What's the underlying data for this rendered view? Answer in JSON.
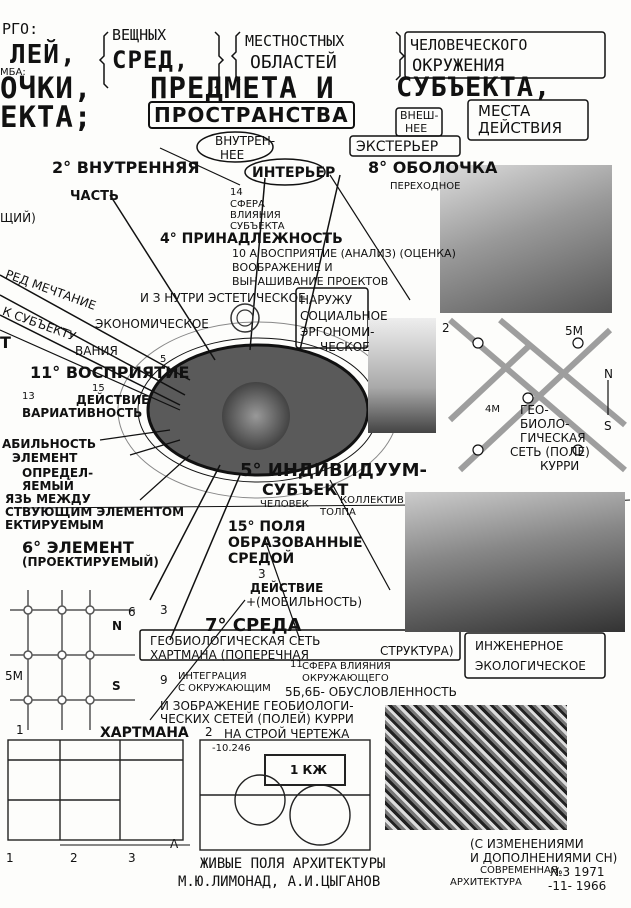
{
  "header": {
    "r1a": "рго:",
    "r1b": "вещных",
    "r1c": "местностных",
    "r1d": "человеческого",
    "r2a": "лей,",
    "r2b": "сред,",
    "r2c": "областей",
    "r2d": "окружения",
    "r2small": "мба:",
    "r3a": "очки,",
    "r3b": "предмета и",
    "r3c": "субъекта,",
    "r4a": "екта;",
    "r4b": "пространства",
    "r4c": "внеш-",
    "r4d": "нее",
    "r4e": "места",
    "r4f": "действия"
  },
  "diagram": {
    "vnutrenee1": "внутрен-",
    "vnutrenee2": "нее",
    "eksterier": "экстерьер",
    "interier": "интерьер",
    "vnutr": "2° внутренняя",
    "chast": "часть",
    "obolochka": "8° оболочка",
    "perekhodnoe": "переходное",
    "n14": "14",
    "sfera1": "сфера",
    "sfera2": "влияния",
    "sfera3": "субъекта",
    "prinadl": "4° принадлежность",
    "vospr10": "10 А восприятие (анализ) (оценка)",
    "voobr": "воображение и",
    "vynash": "вынашивание проектов",
    "zhiy": "щий)",
    "mechtanie": "ред мечтание",
    "estet": "и з нутри эстетическое",
    "naruzhu": "наружу",
    "eko": "экономическое",
    "social": "социальное",
    "ergo1": "эргономи-",
    "ergo2": "ческое",
    "subekt": "к субъекту",
    "vaniya": "вания",
    "t": "т",
    "n5": "5",
    "v11": "11° восприятие",
    "n15": "15",
    "n13": "13",
    "deystvie1": "действие",
    "variat": "вариативность",
    "mob": "абильность",
    "element": "элемент",
    "opred": "определ-",
    "yaemy": "яемый",
    "svyaz": "язь между",
    "stvuyu": "ствующим элементом",
    "proekt": "ектируемым",
    "individ": "5° индивидуум-",
    "subekt2": "субъект",
    "chelovek": "человек",
    "kollektiv": "коллектив",
    "tolpa": "толпа",
    "el6": "6° элемент",
    "el6b": "(проектируемый)",
    "polya1": "15° поля",
    "polya2": "образованные",
    "polya3": "средой",
    "n3": "3",
    "deystvie3": "действие",
    "mobilnost": "+(мобильность)",
    "sreda": "7° среда",
    "n6": "6",
    "n3b": "3",
    "geo1": "геобиологическая сеть",
    "geo2": "хартмана (поперечная",
    "geo3": "структура)",
    "n11": "11",
    "sfera4": "сфера влияния",
    "okruzh": "окружающего",
    "inzhen": "инженерное",
    "ekol": "экологическое",
    "n9": "9",
    "integr": "интеграция",
    "sokr": "с окружающим",
    "obusl": "5б,6б- обусловленность",
    "izobr": "и зображение геобиологи-",
    "chesk": "ческих сетей (полей) Курри",
    "hartmana": "хартмана",
    "nastroy": "на строй чертежа",
    "geo_b1": "гео-",
    "geo_b2": "биоло-",
    "geo_b3": "гическая",
    "geo_b4": "сеть (поле)",
    "geo_b5": "Курри",
    "m5": "5m",
    "dm": "4м",
    "m5b": "5m",
    "n_right": "N",
    "s_right": "S",
    "n_left": "N",
    "s_left": "S",
    "c2a": "2",
    "c1": "1",
    "c2b": "2",
    "c2c": "2",
    "c3": "3",
    "c1b": "1",
    "cA": "A",
    "area": "1 КЖ",
    "elev": "-10.246"
  },
  "footer": {
    "line1": "живые поля архитектуры",
    "line2": "М.Ю.Лимонад, А.И.Цыганов",
    "rev1": "(с изменениями",
    "rev2": "и дополнениями СН)",
    "rev3": "современная",
    "rev4": "архитектура",
    "issue": "№3 1971",
    "issue2": "-11- 1966"
  }
}
